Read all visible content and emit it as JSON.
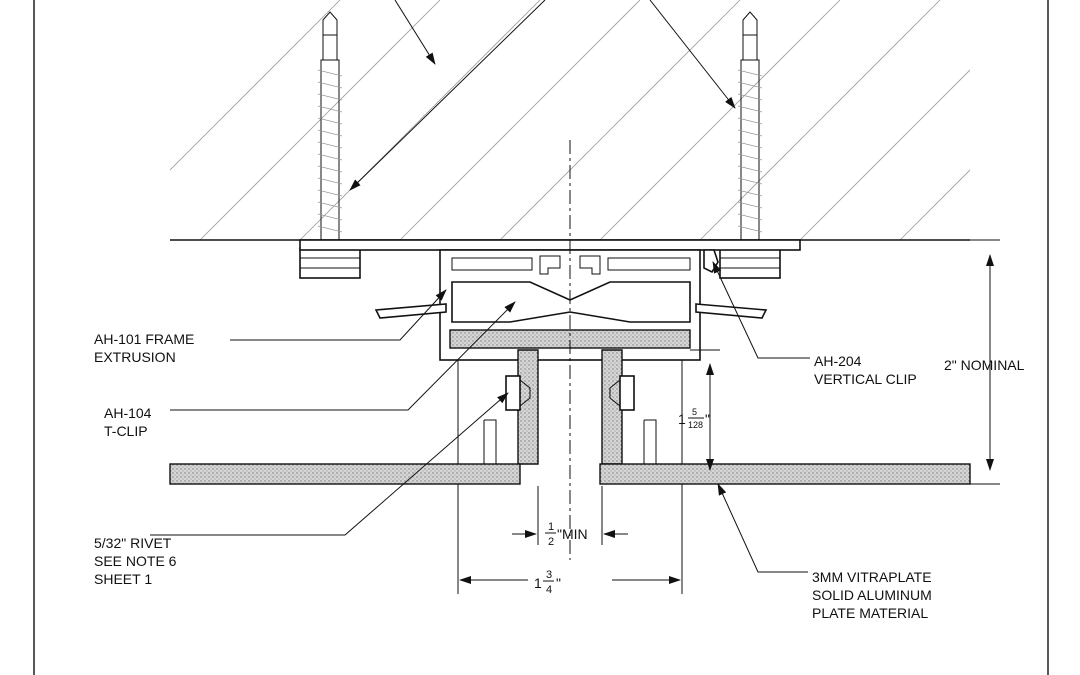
{
  "labels": {
    "frame_extrusion": [
      "AH-101 FRAME",
      "EXTRUSION"
    ],
    "t_clip": [
      "AH-104",
      "T-CLIP"
    ],
    "rivet": [
      "5/32\" RIVET",
      "SEE NOTE 6",
      "SHEET 1"
    ],
    "vertical_clip": [
      "AH-204",
      "VERTICAL CLIP"
    ],
    "nominal": "2\" NOMINAL",
    "plate_material": [
      "3MM VITRAPLATE",
      "SOLID ALUMINUM",
      "PLATE MATERIAL"
    ]
  },
  "dimensions": {
    "gap_min": {
      "num": "1",
      "den": "2",
      "suffix": "\"MIN"
    },
    "width": {
      "whole": "1",
      "num": "3",
      "den": "4",
      "suffix": "\""
    },
    "depth": {
      "whole": "1",
      "num": "5",
      "den": "128",
      "suffix": "\""
    }
  },
  "colors": {
    "line": "#111111",
    "hatch": "#9a9a9a",
    "fill": "#d8d8d8"
  }
}
